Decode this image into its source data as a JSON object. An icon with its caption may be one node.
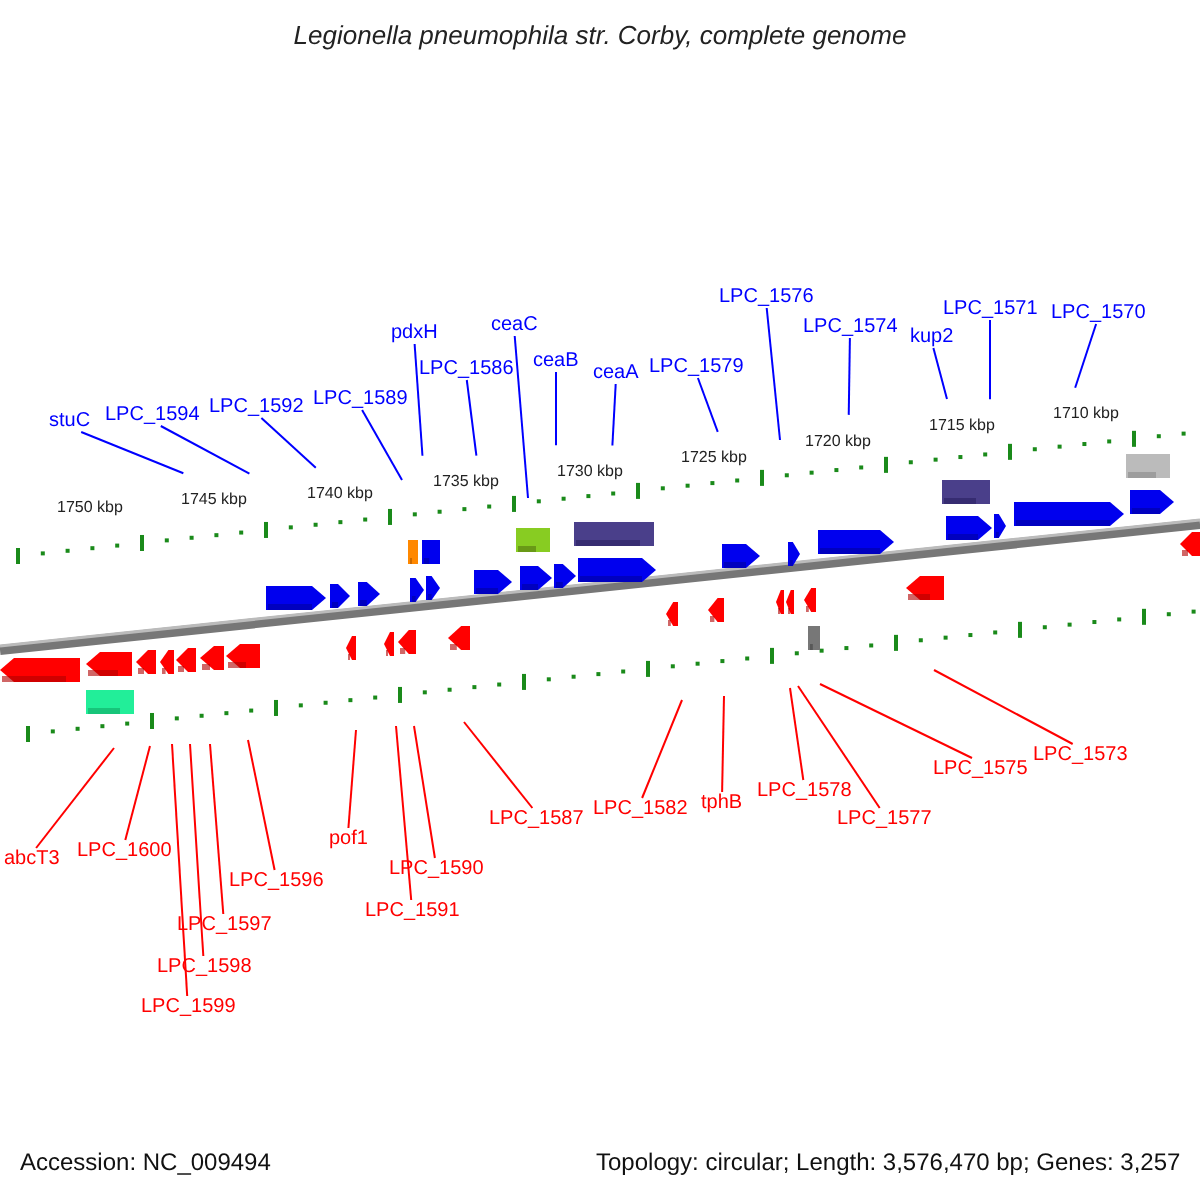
{
  "diagram": {
    "title": "Legionella pneumophila str. Corby, complete genome",
    "nodes": [
      {
        "text": [
          "stuC"
        ]
      },
      {
        "text": [
          "LPC_1594"
        ]
      },
      {
        "text": [
          "LPC_1592"
        ]
      },
      {
        "text": [
          "LPC_1589"
        ]
      },
      {
        "text": [
          "pdxH"
        ]
      },
      {
        "text": [
          "LPC_1586"
        ]
      },
      {
        "text": [
          "ceaC"
        ]
      },
      {
        "text": [
          "ceaB"
        ]
      },
      {
        "text": [
          "ceaA"
        ]
      },
      {
        "text": [
          "LPC_1579"
        ]
      },
      {
        "text": [
          "LPC_1576"
        ]
      },
      {
        "text": [
          "LPC_1574"
        ]
      },
      {
        "text": [
          "kup2"
        ]
      },
      {
        "text": [
          "LPC_1571"
        ]
      },
      {
        "text": [
          "LPC_1570"
        ]
      },
      {
        "text": [
          "abcT3"
        ]
      },
      {
        "text": [
          "LPC_1600"
        ]
      },
      {
        "text": [
          "LPC_1599"
        ]
      },
      {
        "text": [
          "LPC_1598"
        ]
      },
      {
        "text": [
          "LPC_1597"
        ]
      },
      {
        "text": [
          "LPC_1596"
        ]
      },
      {
        "text": [
          "pof1"
        ]
      },
      {
        "text": [
          "LPC_1591"
        ]
      },
      {
        "text": [
          "LPC_1590"
        ]
      },
      {
        "text": [
          "LPC_1587"
        ]
      },
      {
        "text": [
          "LPC_1582"
        ]
      },
      {
        "text": [
          "tphB"
        ]
      },
      {
        "text": [
          "LPC_1578"
        ]
      },
      {
        "text": [
          "LPC_1577"
        ]
      },
      {
        "text": [
          "LPC_1575"
        ]
      },
      {
        "text": [
          "LPC_1573"
        ]
      }
    ],
    "edges": [
      {
        "from": 0,
        "to": null,
        "arrow": "none",
        "color": "#0000ff"
      },
      {
        "from": 1,
        "to": null,
        "arrow": "none",
        "color": "#0000ff"
      },
      {
        "from": 2,
        "to": null,
        "arrow": "none",
        "color": "#0000ff"
      },
      {
        "from": 3,
        "to": null,
        "arrow": "none",
        "color": "#0000ff"
      },
      {
        "from": 4,
        "to": null,
        "arrow": "none",
        "color": "#0000ff"
      },
      {
        "from": 5,
        "to": null,
        "arrow": "none",
        "color": "#0000ff"
      },
      {
        "from": 6,
        "to": null,
        "arrow": "none",
        "color": "#0000ff"
      },
      {
        "from": 7,
        "to": null,
        "arrow": "none",
        "color": "#0000ff"
      },
      {
        "from": 8,
        "to": null,
        "arrow": "none",
        "color": "#0000ff"
      },
      {
        "from": 9,
        "to": null,
        "arrow": "none",
        "color": "#0000ff"
      },
      {
        "from": 10,
        "to": null,
        "arrow": "none",
        "color": "#0000ff"
      },
      {
        "from": 11,
        "to": null,
        "arrow": "none",
        "color": "#0000ff"
      },
      {
        "from": 12,
        "to": null,
        "arrow": "none",
        "color": "#0000ff"
      },
      {
        "from": 13,
        "to": null,
        "arrow": "none",
        "color": "#0000ff"
      },
      {
        "from": 14,
        "to": null,
        "arrow": "none",
        "color": "#0000ff"
      },
      {
        "from": 15,
        "to": null,
        "arrow": "none"
      },
      {
        "from": 16,
        "to": null,
        "arrow": "none"
      },
      {
        "from": 17,
        "to": null,
        "arrow": "none"
      },
      {
        "from": 18,
        "to": null,
        "arrow": "none"
      },
      {
        "from": 19,
        "to": null,
        "arrow": "none"
      },
      {
        "from": 20,
        "to": null,
        "arrow": "none"
      },
      {
        "from": 21,
        "to": null,
        "arrow": "none"
      },
      {
        "from": 22,
        "to": null,
        "arrow": "none"
      },
      {
        "from": 23,
        "to": null,
        "arrow": "none"
      },
      {
        "from": 24,
        "to": null,
        "arrow": "none"
      },
      {
        "from": 25,
        "to": null,
        "arrow": "none"
      },
      {
        "from": 26,
        "to": null,
        "arrow": "none"
      },
      {
        "from": 27,
        "to": null,
        "arrow": "none"
      },
      {
        "from": 28,
        "to": null,
        "arrow": "none"
      },
      {
        "from": 29,
        "to": null,
        "arrow": "none"
      },
      {
        "from": 30,
        "to": null,
        "arrow": "none"
      }
    ],
    "labels": [
      "1750 kbp",
      "1745 kbp",
      "1740 kbp",
      "1735 kbp",
      "1730 kbp",
      "1725 kbp",
      "1720 kbp",
      "1715 kbp",
      "1710 kbp",
      "Accession: NC_009494",
      "Topology: circular; Length: 3,576,470 bp; Genes: 3,257"
    ]
  }
}
